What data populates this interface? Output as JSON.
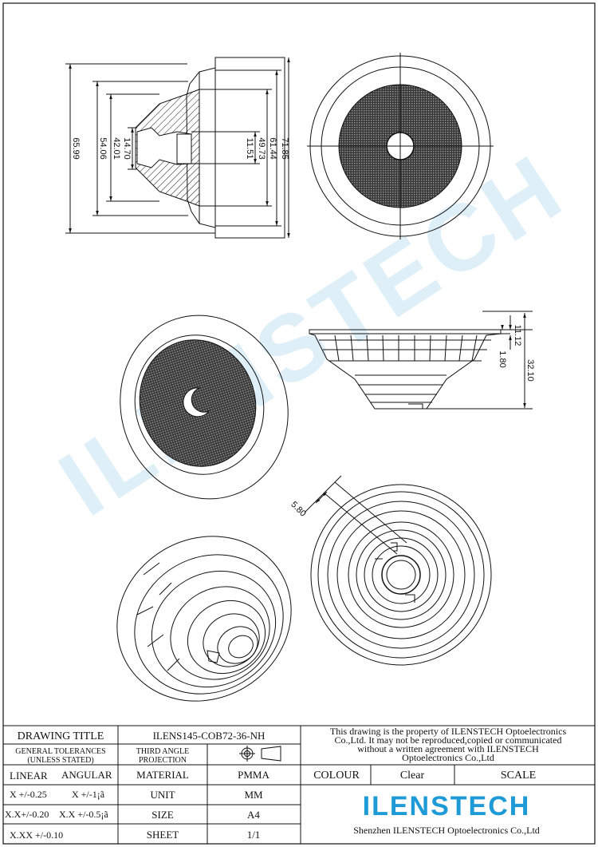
{
  "watermark": "ILENSTECH",
  "dimensions": {
    "front_left": [
      "65.99",
      "54.06",
      "42.01",
      "14.70"
    ],
    "front_right": [
      "11.51",
      "49.73",
      "61.44",
      "71.85"
    ],
    "side": [
      "11.12",
      "1.80",
      "32.10"
    ],
    "rear": "5.80"
  },
  "title_block": {
    "drawing_title_label": "DRAWING TITLE",
    "drawing_title_value": "ILENS145-COB72-36-NH",
    "general_tol_line1": "GENERAL TOLERANCES",
    "general_tol_line2": "(UNLESS STATED)",
    "projection_line1": "THIRD ANGLE",
    "projection_line2": "PROJECTION",
    "linear_label": "LINEAR",
    "angular_label": "ANGULAR",
    "tol_x": "X  +/-0.25",
    "tol_ang_x": "X  +/-1¡ã",
    "tol_xx": "X.X+/-0.20",
    "tol_ang_xx": "X.X  +/-0.5¡ã",
    "tol_xxx": "X.XX +/-0.10",
    "material_label": "MATERIAL",
    "material_value": "PMMA",
    "unit_label": "UNIT",
    "unit_value": "MM",
    "size_label": "SIZE",
    "size_value": "A4",
    "sheet_label": "SHEET",
    "sheet_value": "1/1",
    "notice_line1": "This drawing is the property of ILENSTECH Optoelectronics",
    "notice_line2": "Co.,Ltd. It may not be reproduced,copied or communicated",
    "notice_line3": "without a written agreement with ILENSTECH",
    "notice_line4": "Optoelectronics Co.,Ltd",
    "colour_label": "COLOUR",
    "colour_value": "Clear",
    "scale_label": "SCALE",
    "logo_text": "ILENSTECH",
    "company": "Shenzhen ILENSTECH Optoelectronics Co.,Ltd"
  },
  "colors": {
    "logo": "#1e9bd7",
    "watermark": "#d8ecf7",
    "line": "#111111"
  }
}
